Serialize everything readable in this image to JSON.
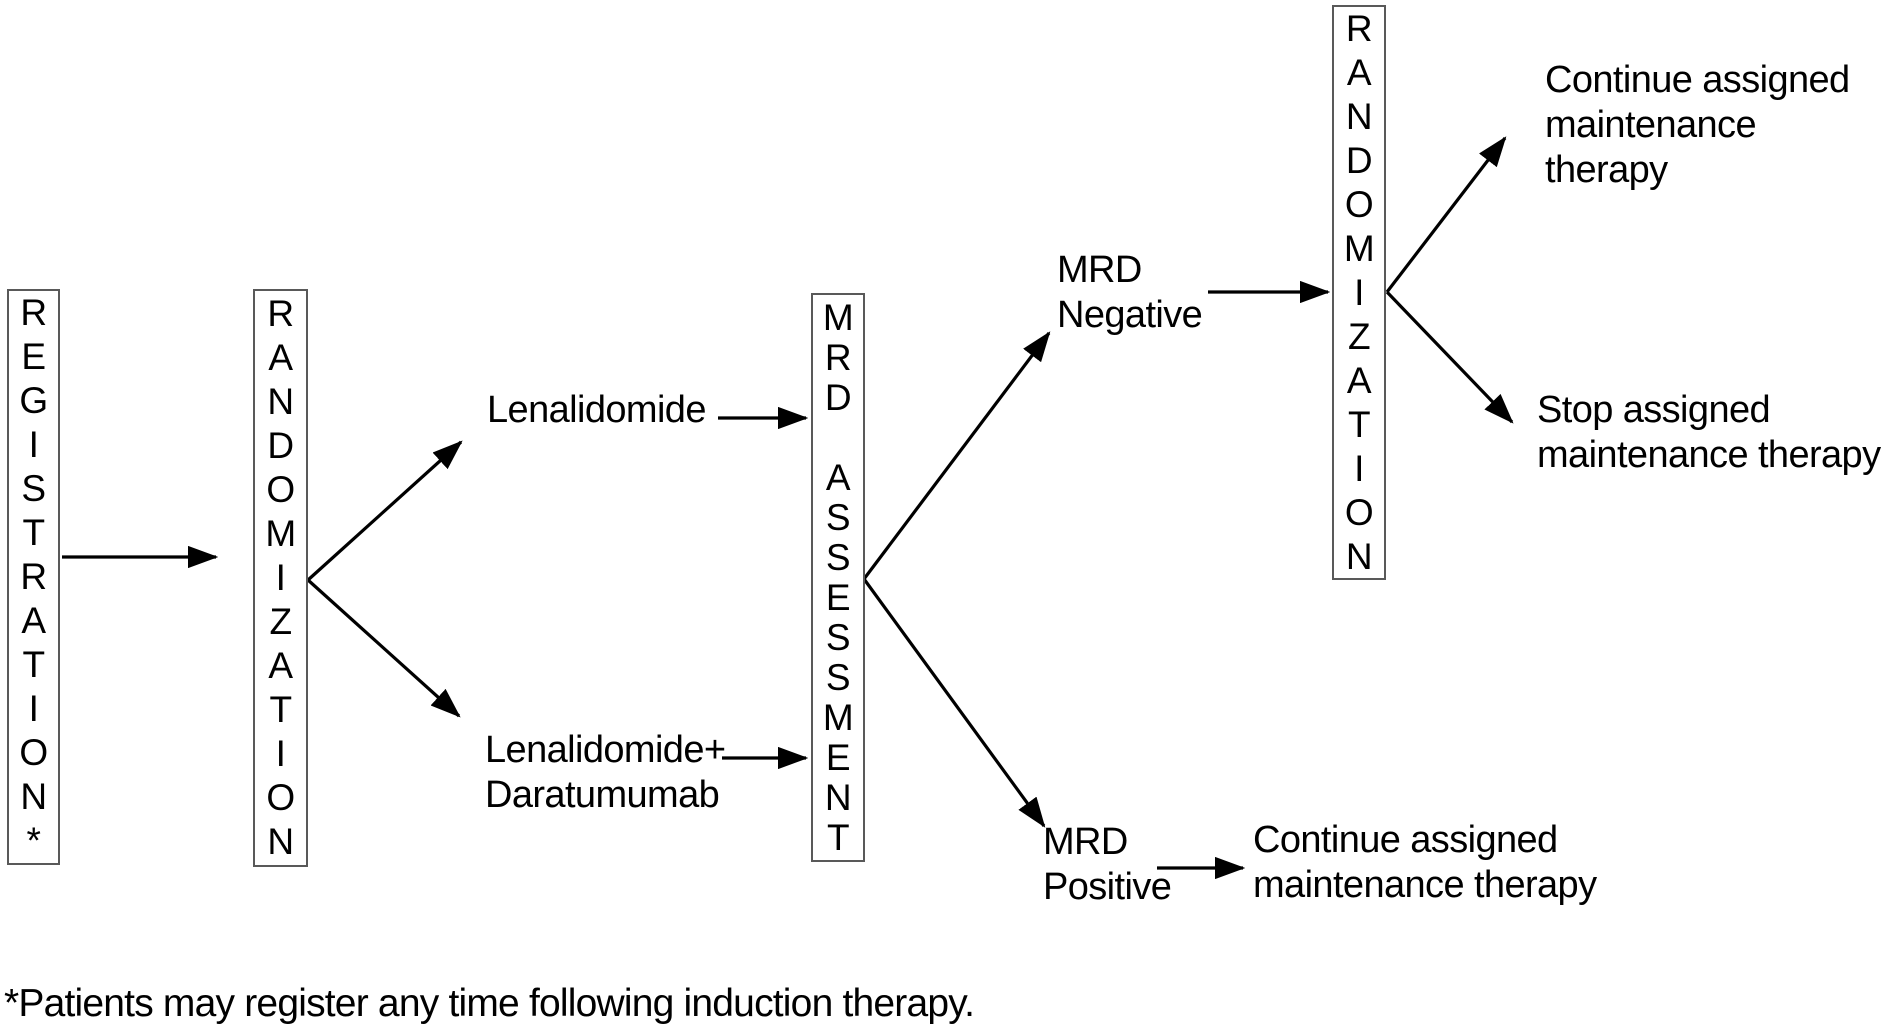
{
  "diagram": {
    "title_semantic": "clinical-trial-flow-diagram",
    "boxes": {
      "registration": {
        "text": "REGISTRATION*"
      },
      "randomization1": {
        "text": "RANDOMIZATION"
      },
      "mrd_assessment": {
        "text": "MRD ASSESSMENT"
      },
      "randomization2": {
        "text": "RANDOMIZATION"
      }
    },
    "labels": {
      "arm1": "Lenalidomide",
      "arm2": "Lenalidomide+\nDaratumumab",
      "mrd_negative": "MRD\nNegative",
      "mrd_positive": "MRD\nPositive",
      "continue_top": "Continue assigned\nmaintenance therapy",
      "stop_assigned": "Stop assigned\nmaintenance therapy",
      "continue_bottom": "Continue assigned\nmaintenance therapy",
      "footnote": "*Patients may register any time following induction therapy."
    },
    "colors": {
      "background": "#ffffff",
      "text": "#000000",
      "arrow": "#000000",
      "box_border": "#595959"
    }
  }
}
